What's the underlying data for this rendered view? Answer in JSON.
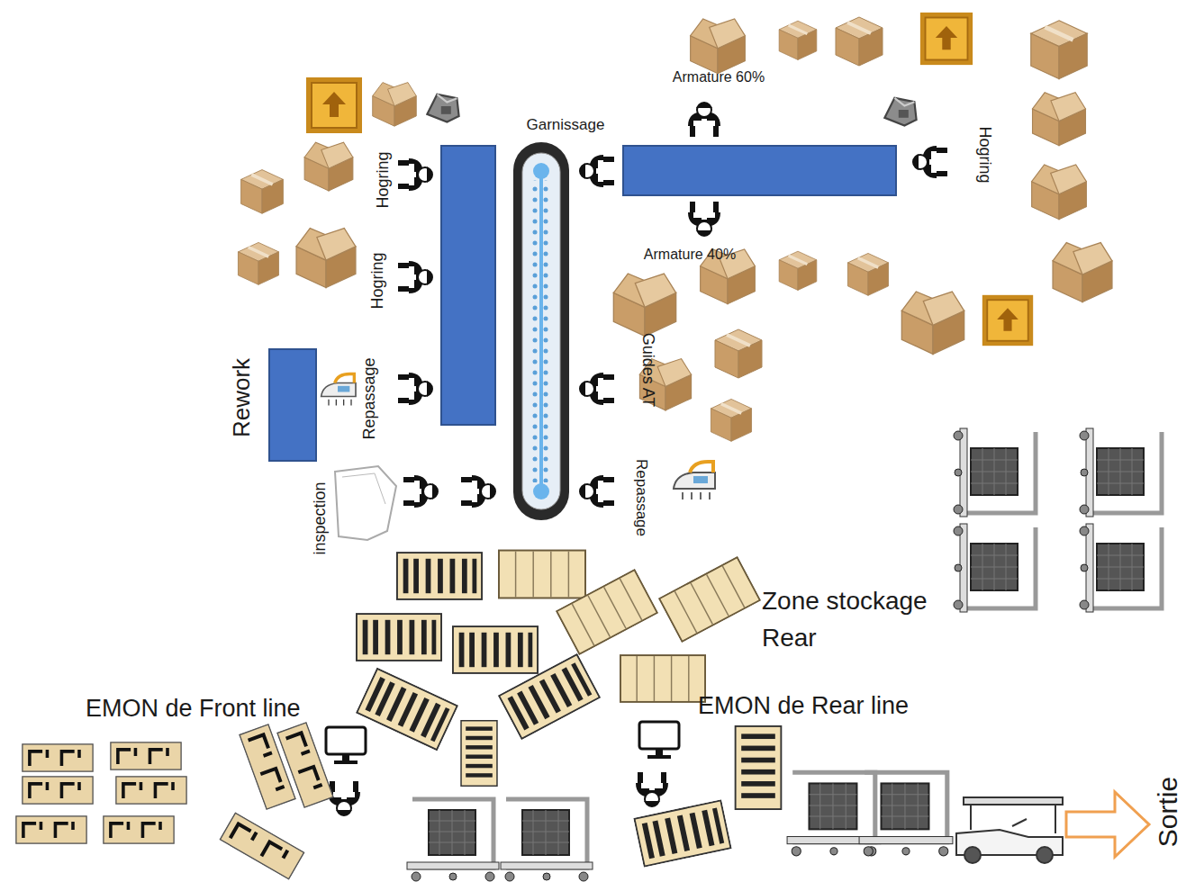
{
  "diagram": {
    "labels": [
      "Armature 60%",
      "Garnissage",
      "Hogring",
      "Hogring",
      "Hogring",
      "Armature 40%",
      "Guides AT",
      "Rework",
      "Repassage",
      "Repassage",
      "inspection",
      "Zone stockage Rear",
      "EMON de Front line",
      "EMON de Rear line",
      "Sortie"
    ]
  }
}
